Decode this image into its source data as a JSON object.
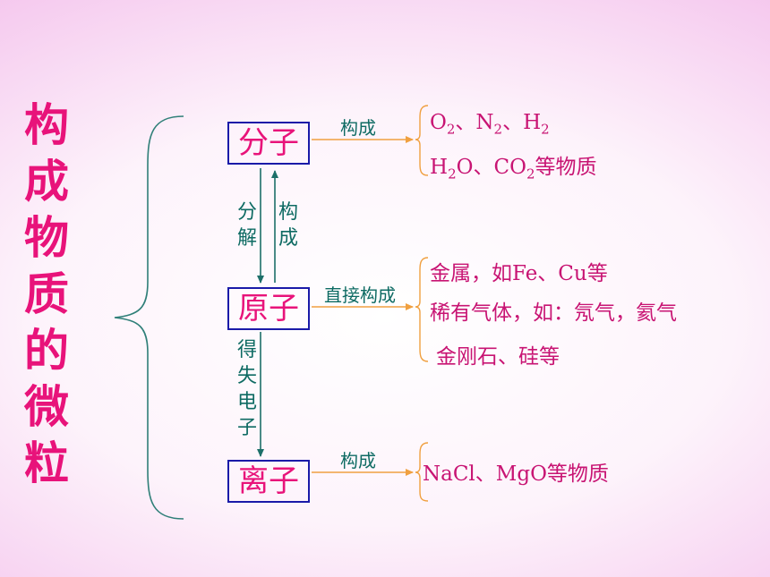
{
  "title_chars": [
    "构",
    "成",
    "物",
    "质",
    "的",
    "微",
    "粒"
  ],
  "nodes": {
    "molecule": "分子",
    "atom": "原子",
    "ion": "离子"
  },
  "vertical_labels": {
    "decompose": "分解",
    "compose": "构成",
    "gain_lose_electrons": "得失电子"
  },
  "edge_labels": {
    "molecule": "构成",
    "atom": "直接构成",
    "ion": "构成"
  },
  "molecule_items": {
    "o2": "O",
    "o2_sub": "2",
    "sep1": "、",
    "n2": "N",
    "n2_sub": "2",
    "sep2": "、",
    "h2": "H",
    "h2_sub": "2",
    "h2o_h": "H",
    "h2o_sub": "2",
    "h2o_o": "O",
    "sep3": "、",
    "co2": "CO",
    "co2_sub": "2",
    "co2_suffix": "等物质"
  },
  "atom_items": [
    "金属，如Fe、Cu等",
    "稀有气体，如：氖气，氦气",
    "金刚石、硅等"
  ],
  "ion_items": [
    "NaCl、MgO等物质"
  ],
  "colors": {
    "title": "#e8137a",
    "box_border": "#1a1aa8",
    "label": "#0e6b63",
    "arrow": "#f0a040",
    "text": "#c81473"
  }
}
